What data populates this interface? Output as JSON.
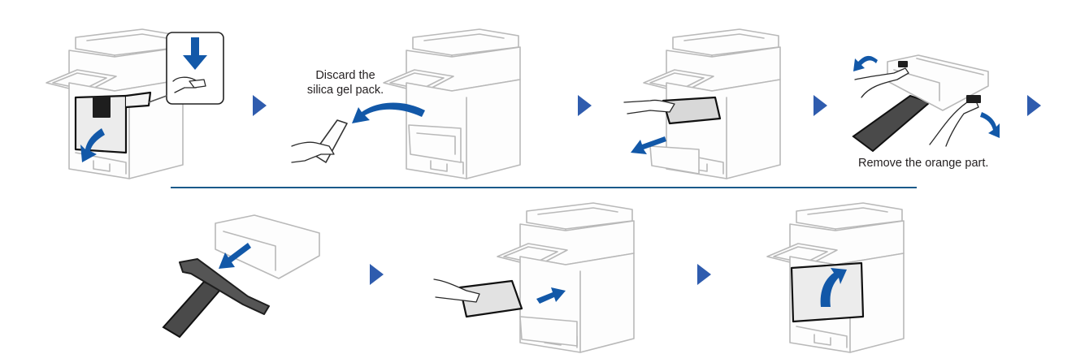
{
  "steps": [
    {
      "id": 1,
      "illustration": "open-front-cover",
      "caption": ""
    },
    {
      "id": 2,
      "illustration": "discard-silica-gel",
      "caption_lines": [
        "Discard the",
        "silica gel pack."
      ]
    },
    {
      "id": 3,
      "illustration": "pull-out-drum-toner-assembly",
      "caption": ""
    },
    {
      "id": 4,
      "illustration": "remove-orange-part",
      "caption": "Remove the orange part."
    },
    {
      "id": 5,
      "illustration": "detach-protective-part",
      "caption": ""
    },
    {
      "id": 6,
      "illustration": "insert-drum-toner-assembly",
      "caption": ""
    },
    {
      "id": 7,
      "illustration": "close-front-cover",
      "caption": ""
    }
  ],
  "next_arrow_icon": "right-triangle-icon",
  "colors": {
    "accent_blue": "#1258a8",
    "next_arrow": "#2f5cae",
    "divider": "#1a5a8a",
    "text": "#231f20"
  }
}
